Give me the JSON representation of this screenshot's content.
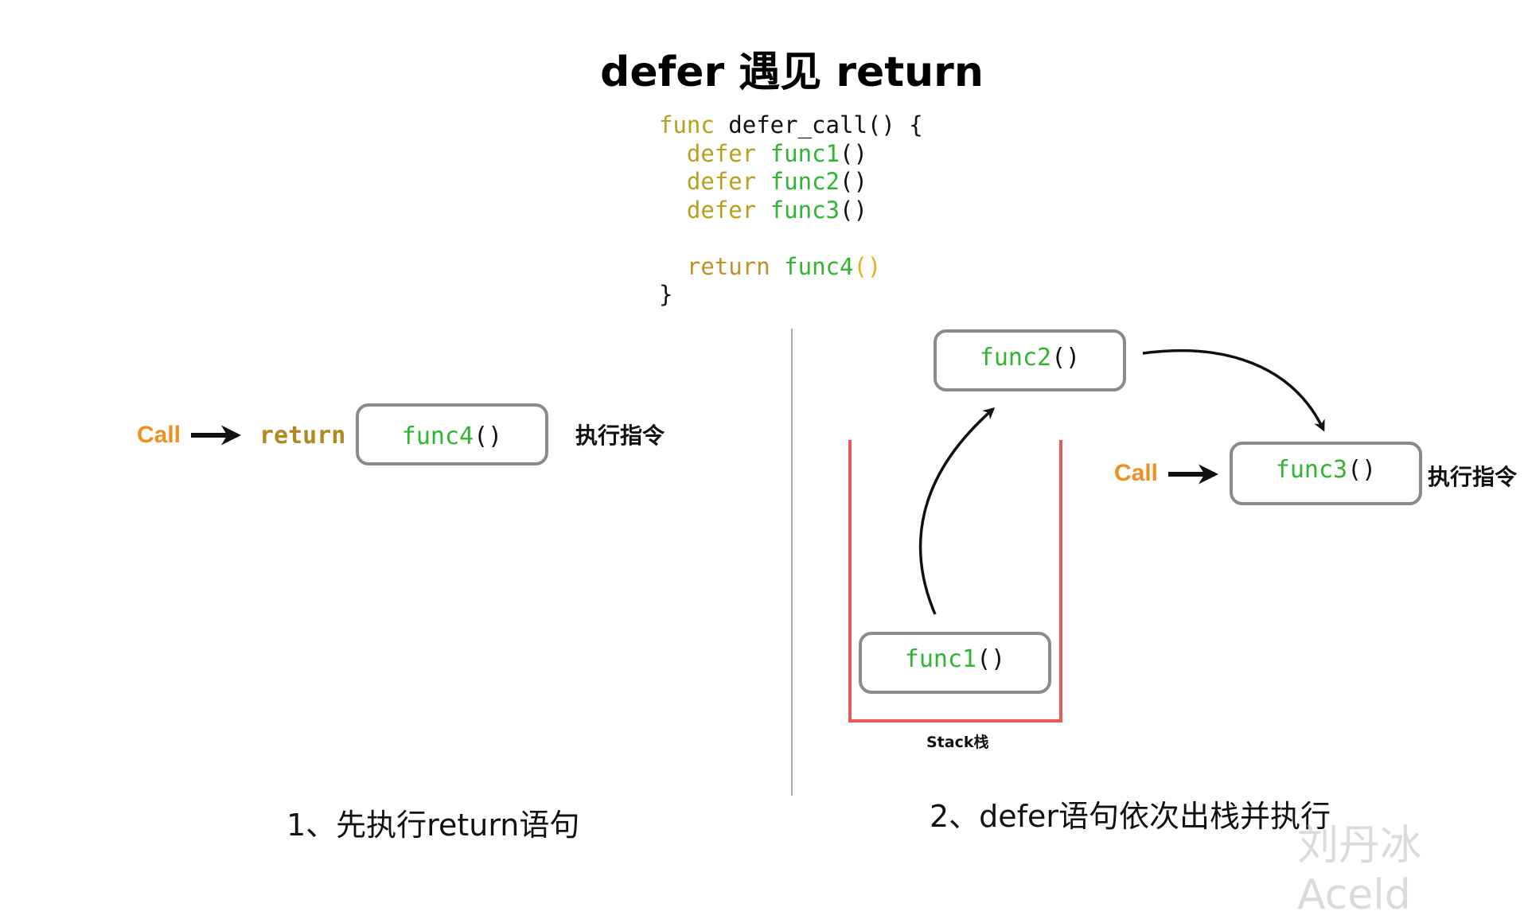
{
  "title": "defer 遇见 return",
  "code": {
    "line1_kw": "func",
    "line1_rest": " defer_call() {",
    "line2_kw": "defer",
    "line2_fn": "func1",
    "line3_kw": "defer",
    "line3_fn": "func2",
    "line4_kw": "defer",
    "line4_fn": "func3",
    "line6_kw": "return",
    "line6_fn": "func4",
    "parens": "()",
    "close": "}"
  },
  "left_panel": {
    "call_label": "Call",
    "return_label": "return",
    "box_fn": "func4",
    "box_parens": "()",
    "instruction": "执行指令",
    "caption": "1、先执行return语句"
  },
  "right_panel": {
    "func2_fn": "func2",
    "func1_fn": "func1",
    "func3_fn": "func3",
    "parens": "()",
    "call_label": "Call",
    "instruction": "执行指令",
    "stack_label": "Stack栈",
    "caption": "2、defer语句依次出栈并执行"
  },
  "watermark": "刘丹冰Aceld",
  "colors": {
    "keyword": "#b8a01c",
    "function": "#2fb52f",
    "call": "#f09020",
    "stack": "#e85a5a",
    "box_border": "#8a8a8a"
  }
}
